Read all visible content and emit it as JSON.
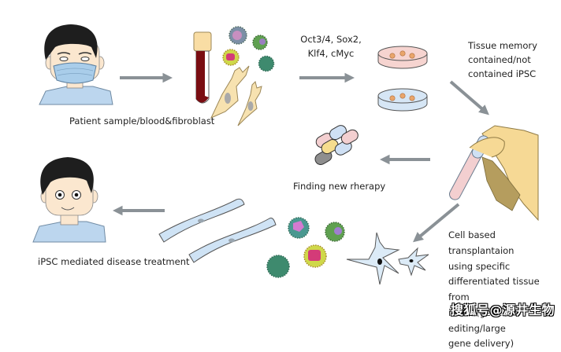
{
  "labels": {
    "patient_sample": "Patient sample/blood&fibroblast",
    "factors_line1": "Oct3/4, Sox2,",
    "factors_line2": "Klf4, cMyc",
    "tissue_memory_line1": "Tissue memory",
    "tissue_memory_line2": "contained/not",
    "tissue_memory_line3": "contained iPSC",
    "finding_therapy": "Finding new rherapy",
    "disease_treatment": "iPSC mediated disease treatment",
    "transplant_line1": "Cell based transplantaion",
    "transplant_line2": "using specific",
    "transplant_line3": "differentiated tissue from",
    "transplant_line4": "iPSCs (gene editing/large",
    "transplant_line5": "gene delivery)"
  },
  "watermark": "搜狐号@源井生物",
  "colors": {
    "arrow": "#8a9196",
    "hair": "#1e1e1e",
    "skin": "#fbe7cf",
    "shirt": "#bcd6ee",
    "mask": "#a9cdea",
    "blood": "#7a0d12",
    "tube_cap": "#f9dda4",
    "fibroblast": "#f7e2b0",
    "dish_pink": "#f6d4d0",
    "dish_blue": "#d6e6f5",
    "colony": "#e9a56b",
    "hand": "#f6d995",
    "hand_shadow": "#b59d5e",
    "pill_pink": "#f3cfd0",
    "pill_blue": "#cfe0f4",
    "pill_yellow": "#f6dd8e",
    "pill_gray": "#8e8e8e",
    "neuron": "#dcebf7",
    "tissue": "#cfe3f5"
  }
}
